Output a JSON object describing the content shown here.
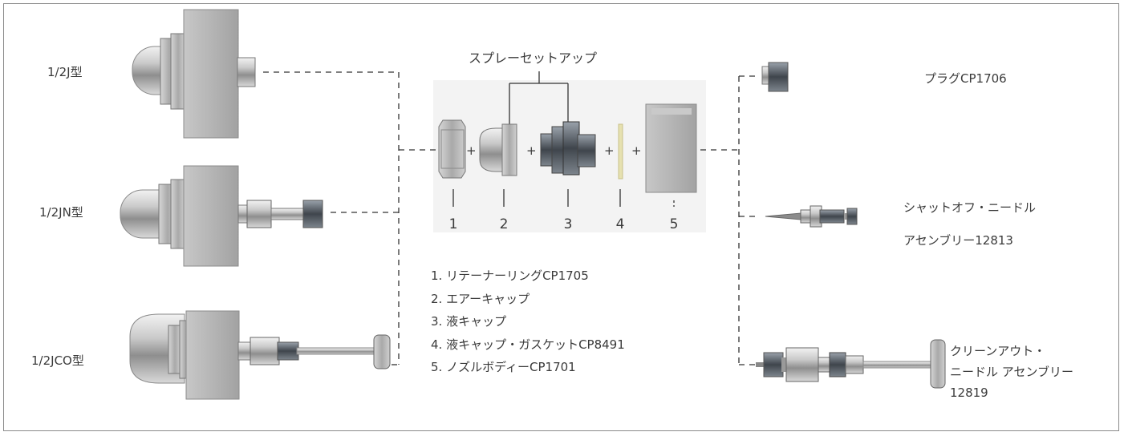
{
  "models": [
    {
      "label": "1/2J型"
    },
    {
      "label": "1/2JN型"
    },
    {
      "label": "1/2JCO型"
    }
  ],
  "spray_setup": {
    "title": "スプレーセットアップ",
    "numbers": [
      "1",
      "2",
      "3",
      "4",
      "5"
    ],
    "plus": "+"
  },
  "parts_list": [
    "1. リテーナーリングCP1705",
    "2. エアーキャップ",
    "3. 液キャップ",
    "4. 液キャップ・ガスケットCP8491",
    "5. ノズルボディーCP1701"
  ],
  "accessories": {
    "plug": "プラグCP1706",
    "shutoff_line1": "シャットオフ・ニードル",
    "shutoff_line2": "アセンブリー12813",
    "cleanout_line1": "クリーンアウト・",
    "cleanout_line2": "ニードル アセンブリー",
    "cleanout_line3": "12819"
  }
}
